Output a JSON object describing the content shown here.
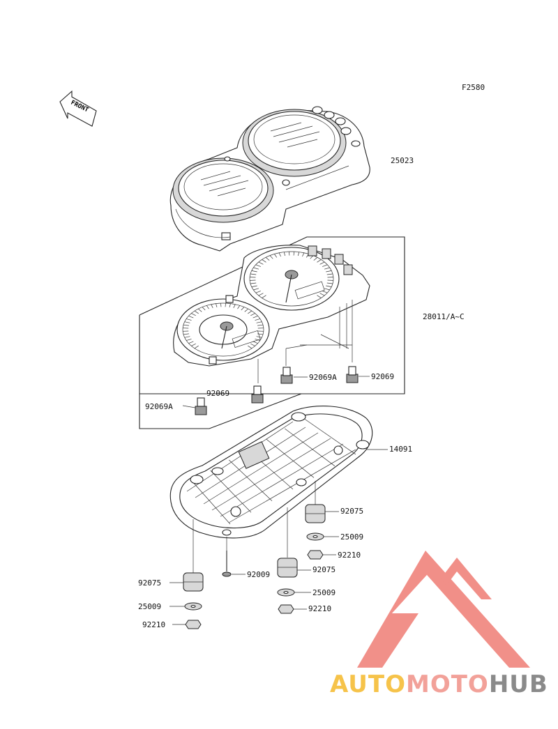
{
  "figure_code": "F2580",
  "front_arrow_text": "FRONT",
  "part_labels": {
    "case_cover": "25023",
    "meter_assembly": "28011/A~C",
    "bulb_socket_left": "92069",
    "bulb_socket_a_left": "92069A",
    "bulb_socket_a_right": "92069A",
    "bulb_socket_right": "92069",
    "meter_case_lower": "14091",
    "damper_right_top": "92075",
    "washer_right_top": "25009",
    "nut_right_top": "92210",
    "screw": "92009",
    "damper_center": "92075",
    "washer_center": "25009",
    "nut_center": "92210",
    "damper_left": "92075",
    "washer_left": "25009",
    "nut_left": "92210"
  },
  "watermark": {
    "part1": "AUTO",
    "part2": "MOTO",
    "part3": "HUB",
    "colors": {
      "auto": "#f6c34a",
      "moto": "#f2a199",
      "hub": "#8a8a8a",
      "logo": "#ef7c74"
    }
  }
}
